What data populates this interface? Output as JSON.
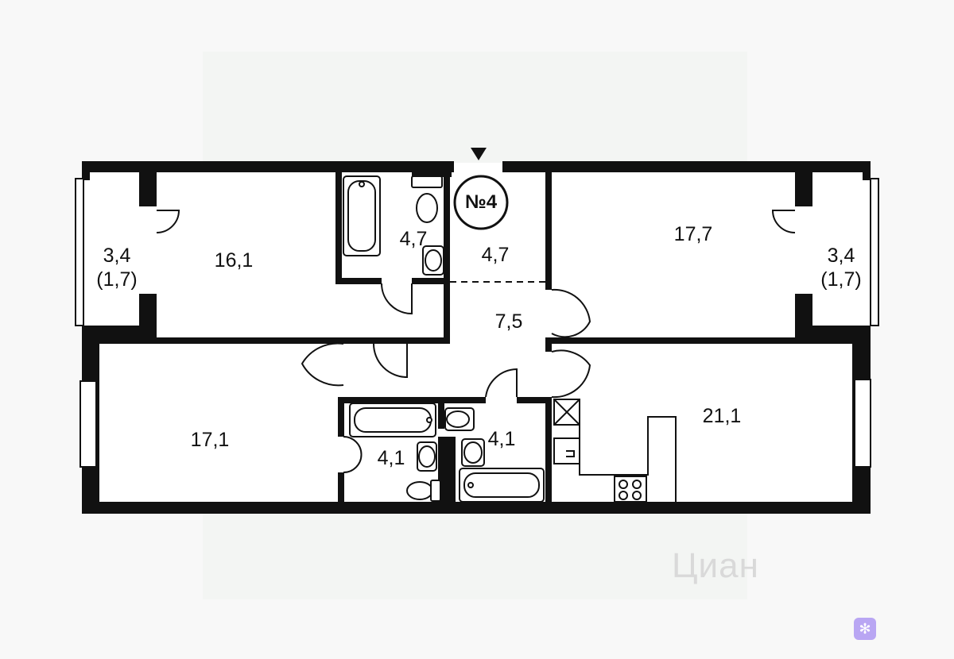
{
  "plan": {
    "apartment_number": "№4",
    "watermark": "Циан",
    "badge_icon": "snowflake-icon",
    "rooms": {
      "balcony_left": {
        "area": "3,4",
        "sub": "(1,7)"
      },
      "bedroom_top_left": {
        "area": "16,1"
      },
      "bathroom_top": {
        "area": "4,7"
      },
      "hall_top": {
        "area": "4,7"
      },
      "corridor": {
        "area": "7,5"
      },
      "bedroom_top_right": {
        "area": "17,7"
      },
      "balcony_right": {
        "area": "3,4",
        "sub": "(1,7)"
      },
      "bedroom_bottom_left": {
        "area": "17,1"
      },
      "bathroom_bottom_left": {
        "area": "4,1"
      },
      "bathroom_bottom_right": {
        "area": "4,1"
      },
      "kitchen_living": {
        "area": "21,1"
      }
    },
    "colors": {
      "wall": "#111111",
      "floor": "#ffffff",
      "background": "#f8f8f8",
      "badge": "#b9a6f3"
    }
  }
}
